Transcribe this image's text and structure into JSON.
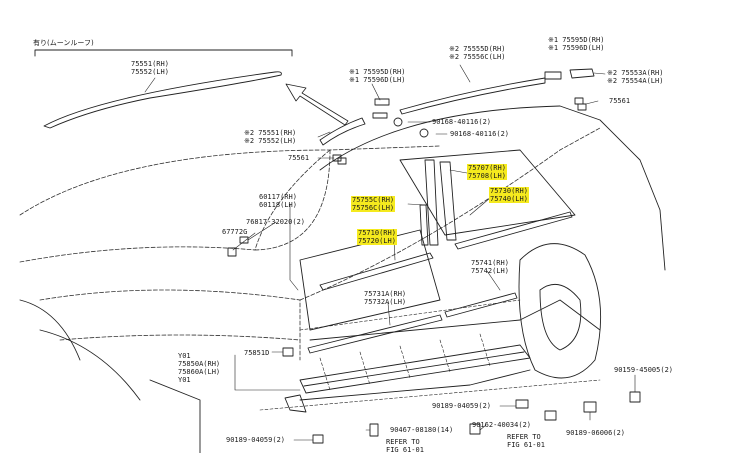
{
  "header": {
    "note": "有り(ムーンルーフ)"
  },
  "highlight_color": "#f5ea1e",
  "labels": {
    "l75551": "75551(RH)\n75552(LH)",
    "l75595": "※1 75595D(RH)\n※1 75596D(LH)",
    "l75595_tr": "※1 75595D(RH)\n※1 75596D(LH)",
    "l75555": "※2 75555D(RH)\n※2 75556C(LH)",
    "l75553": "※2 75553A(RH)\n※2 75554A(LH)",
    "l75561_r": "75561",
    "l90168_a": "90168-40116(2)",
    "l90168_b": "90168-40116(2)",
    "l75551_mid": "※2 75551(RH)\n※2 75552(LH)",
    "l75561_l": "75561",
    "l75707": "75707(RH)\n75708(LH)",
    "l75730": "75730(RH)\n75740(LH)",
    "l75755": "75755C(RH)\n75756C(LH)",
    "l60117": "60117(RH)\n60118(LH)",
    "l76817": "76817-32020(2)",
    "l67772": "67772G",
    "l75710": "75710(RH)\n75720(LH)",
    "l75741": "75741(RH)\n75742(LH)",
    "l75731": "75731A(RH)\n75732A(LH)",
    "l75851": "75851D",
    "l75850": "Y01\n75850A(RH)\n75860A(LH)\nY01",
    "l90159": "90159-45005(2)",
    "l90189_a": "90189-04059(2)",
    "l90189_b": "90189-06006(2)",
    "l90467": "90467-08180(14)",
    "l90162": "90162-40034(2)",
    "l90189_c": "90189-04059(2)",
    "refer_a": "REFER TO\nFIG 61-01",
    "refer_b": "REFER TO\nFIG 61-01"
  }
}
